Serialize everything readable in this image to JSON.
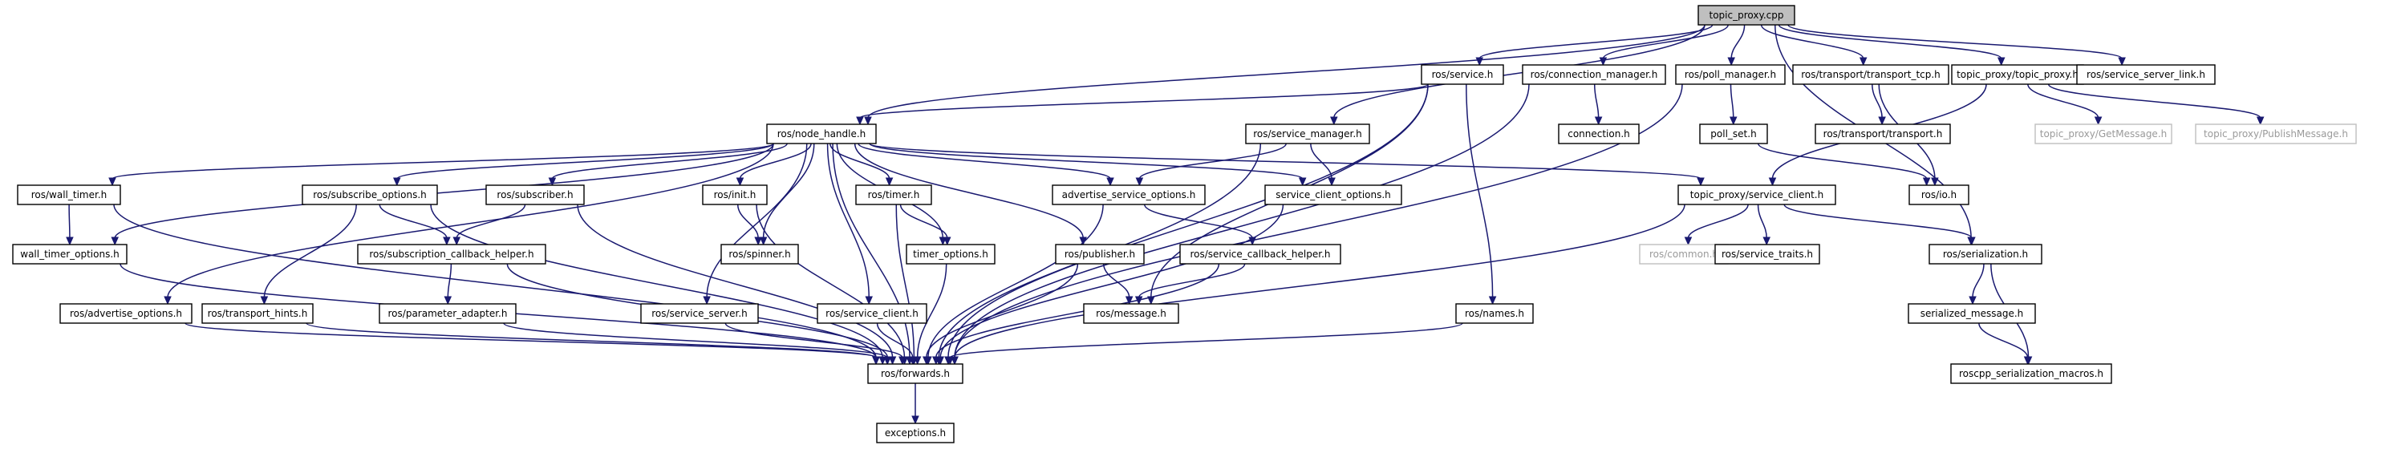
{
  "nodes": [
    {
      "id": "topic_proxy_cpp",
      "label": "topic_proxy.cpp",
      "kind": "root"
    },
    {
      "id": "service_h",
      "label": "ros/service.h"
    },
    {
      "id": "connection_manager_h",
      "label": "ros/connection_manager.h"
    },
    {
      "id": "poll_manager_h",
      "label": "ros/poll_manager.h"
    },
    {
      "id": "transport_tcp_h",
      "label": "ros/transport/transport_tcp.h"
    },
    {
      "id": "topic_proxy_h",
      "label": "topic_proxy/topic_proxy.h"
    },
    {
      "id": "service_server_link_h",
      "label": "ros/service_server_link.h"
    },
    {
      "id": "node_handle_h",
      "label": "ros/node_handle.h"
    },
    {
      "id": "service_manager_h",
      "label": "ros/service_manager.h"
    },
    {
      "id": "connection_h",
      "label": "connection.h"
    },
    {
      "id": "poll_set_h",
      "label": "poll_set.h"
    },
    {
      "id": "transport_h",
      "label": "ros/transport/transport.h"
    },
    {
      "id": "get_message_h",
      "label": "topic_proxy/GetMessage.h",
      "kind": "missing"
    },
    {
      "id": "publish_message_h",
      "label": "topic_proxy/PublishMessage.h",
      "kind": "missing"
    },
    {
      "id": "wall_timer_h",
      "label": "ros/wall_timer.h"
    },
    {
      "id": "subscribe_options_h",
      "label": "ros/subscribe_options.h"
    },
    {
      "id": "subscriber_h",
      "label": "ros/subscriber.h"
    },
    {
      "id": "init_h",
      "label": "ros/init.h"
    },
    {
      "id": "timer_h",
      "label": "ros/timer.h"
    },
    {
      "id": "advertise_service_options_h",
      "label": "advertise_service_options.h"
    },
    {
      "id": "service_client_options_h",
      "label": "service_client_options.h"
    },
    {
      "id": "service_client_h_tp",
      "label": "topic_proxy/service_client.h"
    },
    {
      "id": "io_h",
      "label": "ros/io.h"
    },
    {
      "id": "wall_timer_options_h",
      "label": "wall_timer_options.h"
    },
    {
      "id": "subscription_callback_helper_h",
      "label": "ros/subscription_callback_helper.h"
    },
    {
      "id": "spinner_h",
      "label": "ros/spinner.h"
    },
    {
      "id": "timer_options_h",
      "label": "timer_options.h"
    },
    {
      "id": "publisher_h",
      "label": "ros/publisher.h"
    },
    {
      "id": "service_callback_helper_h",
      "label": "ros/service_callback_helper.h"
    },
    {
      "id": "common_h",
      "label": "ros/common.h",
      "kind": "missing"
    },
    {
      "id": "service_traits_h",
      "label": "ros/service_traits.h"
    },
    {
      "id": "serialization_h",
      "label": "ros/serialization.h"
    },
    {
      "id": "advertise_options_h",
      "label": "ros/advertise_options.h"
    },
    {
      "id": "transport_hints_h",
      "label": "ros/transport_hints.h"
    },
    {
      "id": "parameter_adapter_h",
      "label": "ros/parameter_adapter.h"
    },
    {
      "id": "service_server_h",
      "label": "ros/service_server.h"
    },
    {
      "id": "service_client_h",
      "label": "ros/service_client.h"
    },
    {
      "id": "message_h",
      "label": "ros/message.h"
    },
    {
      "id": "names_h",
      "label": "ros/names.h"
    },
    {
      "id": "serialized_message_h",
      "label": "serialized_message.h"
    },
    {
      "id": "forwards_h",
      "label": "ros/forwards.h"
    },
    {
      "id": "roscpp_serialization_macros_h",
      "label": "roscpp_serialization_macros.h"
    },
    {
      "id": "exceptions_h",
      "label": "exceptions.h"
    }
  ],
  "edges": [
    [
      "topic_proxy_cpp",
      "service_h"
    ],
    [
      "topic_proxy_cpp",
      "connection_manager_h"
    ],
    [
      "topic_proxy_cpp",
      "poll_manager_h"
    ],
    [
      "topic_proxy_cpp",
      "transport_tcp_h"
    ],
    [
      "topic_proxy_cpp",
      "topic_proxy_h"
    ],
    [
      "topic_proxy_cpp",
      "service_server_link_h"
    ],
    [
      "topic_proxy_cpp",
      "node_handle_h"
    ],
    [
      "topic_proxy_cpp",
      "service_manager_h"
    ],
    [
      "topic_proxy_cpp",
      "serialization_h"
    ],
    [
      "service_h",
      "node_handle_h"
    ],
    [
      "service_h",
      "names_h"
    ],
    [
      "service_h",
      "message_h"
    ],
    [
      "service_h",
      "forwards_h"
    ],
    [
      "connection_manager_h",
      "connection_h"
    ],
    [
      "connection_manager_h",
      "forwards_h"
    ],
    [
      "poll_manager_h",
      "poll_set_h"
    ],
    [
      "poll_manager_h",
      "forwards_h"
    ],
    [
      "poll_set_h",
      "io_h"
    ],
    [
      "transport_tcp_h",
      "transport_h"
    ],
    [
      "transport_tcp_h",
      "io_h"
    ],
    [
      "topic_proxy_h",
      "get_message_h"
    ],
    [
      "topic_proxy_h",
      "publish_message_h"
    ],
    [
      "topic_proxy_h",
      "service_client_h_tp"
    ],
    [
      "node_handle_h",
      "wall_timer_h"
    ],
    [
      "node_handle_h",
      "wall_timer_options_h"
    ],
    [
      "node_handle_h",
      "subscribe_options_h"
    ],
    [
      "node_handle_h",
      "subscriber_h"
    ],
    [
      "node_handle_h",
      "init_h"
    ],
    [
      "node_handle_h",
      "spinner_h"
    ],
    [
      "node_handle_h",
      "timer_h"
    ],
    [
      "node_handle_h",
      "timer_options_h"
    ],
    [
      "node_handle_h",
      "publisher_h"
    ],
    [
      "node_handle_h",
      "advertise_service_options_h"
    ],
    [
      "node_handle_h",
      "service_client_options_h"
    ],
    [
      "node_handle_h",
      "service_client_h_tp"
    ],
    [
      "node_handle_h",
      "advertise_options_h"
    ],
    [
      "node_handle_h",
      "service_server_h"
    ],
    [
      "node_handle_h",
      "service_client_h"
    ],
    [
      "node_handle_h",
      "forwards_h"
    ],
    [
      "service_manager_h",
      "advertise_service_options_h"
    ],
    [
      "service_manager_h",
      "service_client_options_h"
    ],
    [
      "service_manager_h",
      "forwards_h"
    ],
    [
      "wall_timer_h",
      "wall_timer_options_h"
    ],
    [
      "wall_timer_h",
      "forwards_h"
    ],
    [
      "wall_timer_options_h",
      "forwards_h"
    ],
    [
      "subscribe_options_h",
      "subscription_callback_helper_h"
    ],
    [
      "subscribe_options_h",
      "transport_hints_h"
    ],
    [
      "subscribe_options_h",
      "forwards_h"
    ],
    [
      "subscriber_h",
      "subscription_callback_helper_h"
    ],
    [
      "subscriber_h",
      "forwards_h"
    ],
    [
      "subscription_callback_helper_h",
      "parameter_adapter_h"
    ],
    [
      "subscription_callback_helper_h",
      "forwards_h"
    ],
    [
      "init_h",
      "spinner_h"
    ],
    [
      "init_h",
      "forwards_h"
    ],
    [
      "timer_h",
      "timer_options_h"
    ],
    [
      "timer_h",
      "forwards_h"
    ],
    [
      "timer_options_h",
      "forwards_h"
    ],
    [
      "publisher_h",
      "message_h"
    ],
    [
      "publisher_h",
      "forwards_h"
    ],
    [
      "advertise_service_options_h",
      "service_callback_helper_h"
    ],
    [
      "advertise_service_options_h",
      "forwards_h"
    ],
    [
      "service_callback_helper_h",
      "message_h"
    ],
    [
      "service_callback_helper_h",
      "forwards_h"
    ],
    [
      "service_client_options_h",
      "forwards_h"
    ],
    [
      "service_client_h_tp",
      "common_h"
    ],
    [
      "service_client_h_tp",
      "service_traits_h"
    ],
    [
      "service_client_h_tp",
      "serialization_h"
    ],
    [
      "service_client_h_tp",
      "forwards_h"
    ],
    [
      "serialization_h",
      "serialized_message_h"
    ],
    [
      "serialization_h",
      "roscpp_serialization_macros_h"
    ],
    [
      "serialized_message_h",
      "roscpp_serialization_macros_h"
    ],
    [
      "advertise_options_h",
      "forwards_h"
    ],
    [
      "transport_hints_h",
      "forwards_h"
    ],
    [
      "parameter_adapter_h",
      "forwards_h"
    ],
    [
      "service_server_h",
      "forwards_h"
    ],
    [
      "service_client_h",
      "forwards_h"
    ],
    [
      "names_h",
      "forwards_h"
    ],
    [
      "forwards_h",
      "exceptions_h"
    ]
  ]
}
